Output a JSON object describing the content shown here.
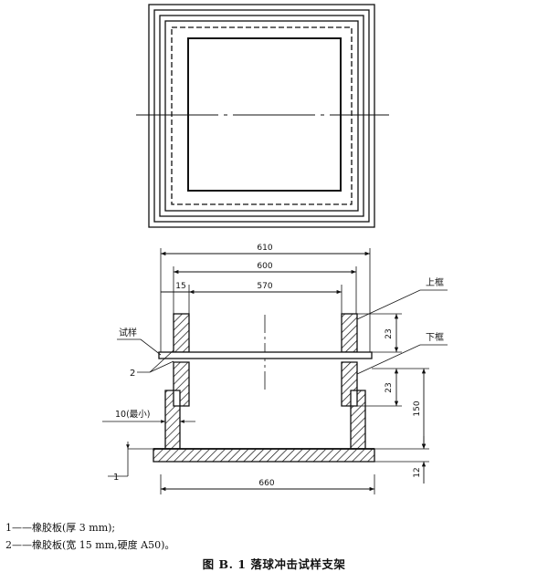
{
  "dimensions": {
    "outer_width": "610",
    "frame_width": "600",
    "inner_width": "570",
    "strip_width": "15",
    "upper_frame_height": "23",
    "lower_frame_height": "23",
    "support_height": "150",
    "base_thickness": "12",
    "wall_min": "10(最小)",
    "base_width": "660"
  },
  "labels": {
    "upper_frame": "上框",
    "lower_frame": "下框",
    "specimen": "试样",
    "item1": "1",
    "item2": "2"
  },
  "notes": [
    "1——橡胶板(厚 3 mm);",
    "2——橡胶板(宽 15 mm,硬度 A50)。"
  ],
  "caption": "图 B. 1    落球冲击试样支架"
}
